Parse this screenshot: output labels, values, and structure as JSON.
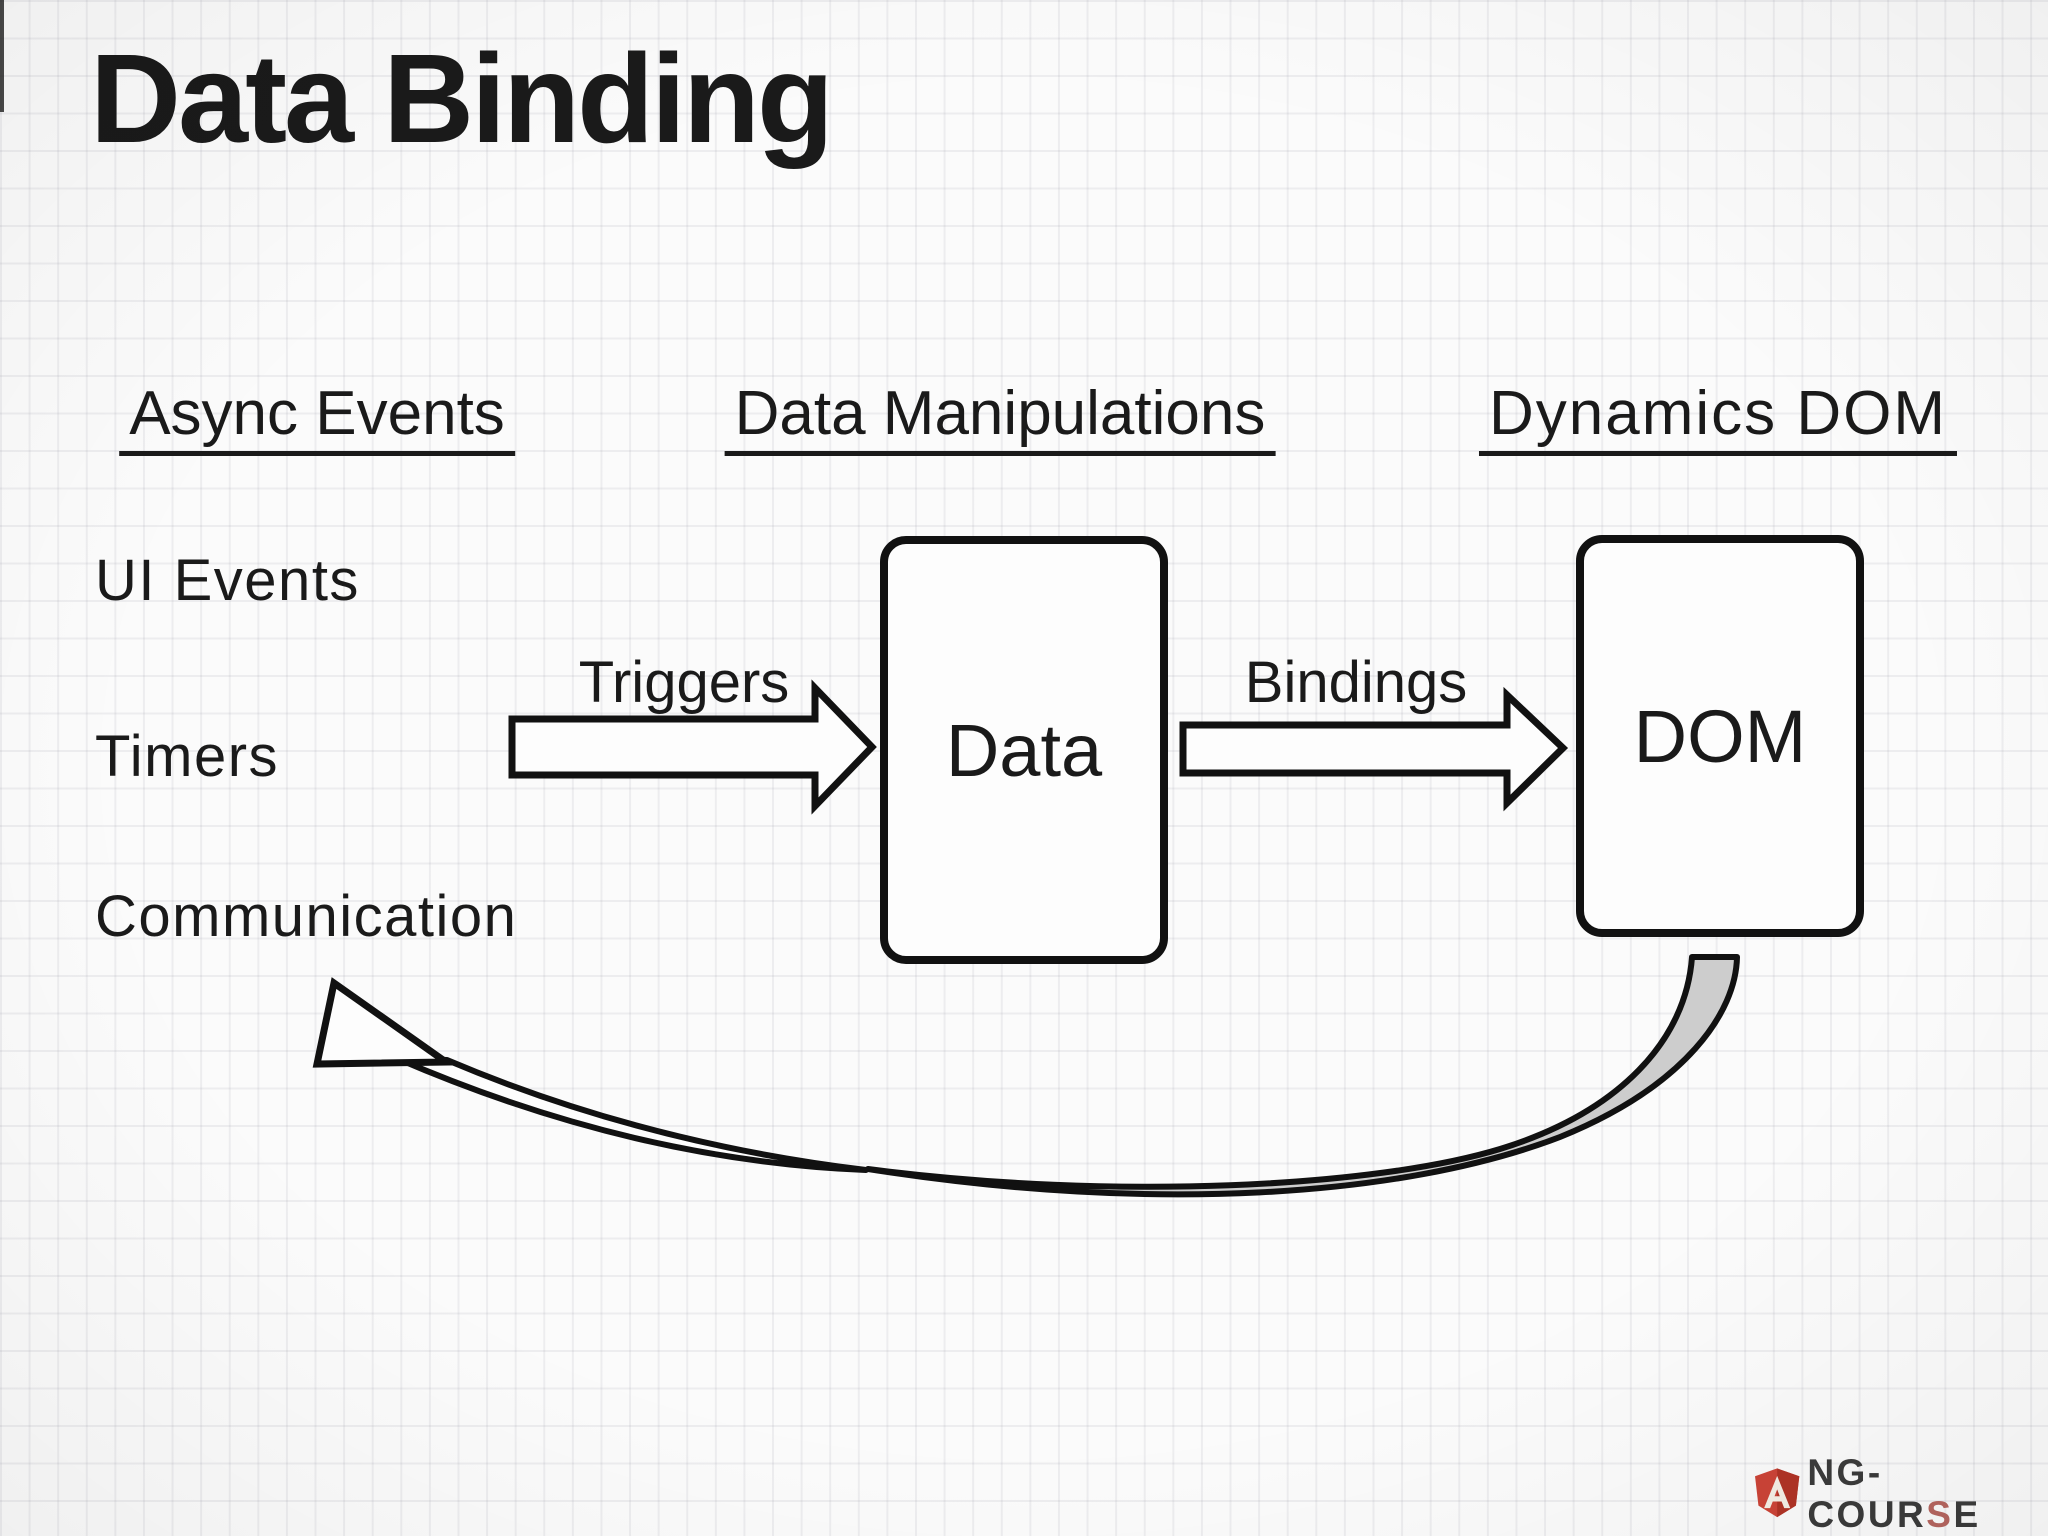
{
  "slide": {
    "title": "Data Binding",
    "columns": [
      {
        "header": "Async Events",
        "items": [
          "UI Events",
          "Timers",
          "Communication"
        ]
      },
      {
        "header": "Data Manipulations",
        "node": "Data"
      },
      {
        "header": "Dynamics DOM",
        "node": "DOM"
      }
    ],
    "flow_arrows": [
      {
        "label": "Triggers",
        "from": "Async Events",
        "to": "Data"
      },
      {
        "label": "Bindings",
        "from": "Data",
        "to": "DOM"
      }
    ],
    "feedback_arrow": {
      "from": "DOM",
      "to": "Async Events",
      "style": "curved-ribbon"
    }
  },
  "logo": {
    "icon": "angular-shield-icon",
    "text_parts": {
      "start": "NG-COUR",
      "accent": "S",
      "end": "E"
    },
    "colors": {
      "text": "#3b3b3b",
      "accent": "#b5655f",
      "shield_left": "#cc4437",
      "shield_right": "#b03326"
    }
  },
  "colors": {
    "ink": "#1a1a1a",
    "paper": "#fbfbfb",
    "grid_line": "#ececf0",
    "shape_fill": "#fdfdfd",
    "curve_back_fill": "#cdcdcd"
  }
}
